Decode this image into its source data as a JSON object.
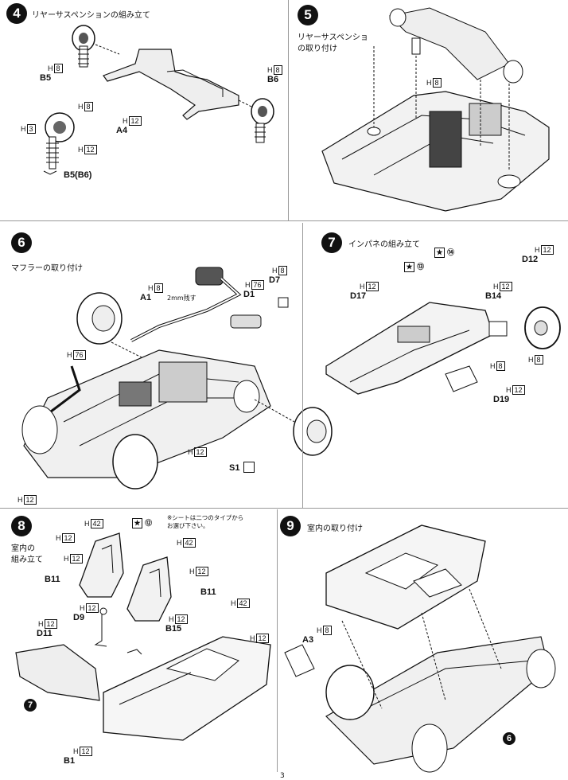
{
  "steps": {
    "s4": {
      "num": "4",
      "title": "リヤーサスペンションの組み立て"
    },
    "s5": {
      "num": "5",
      "title_line1": "リヤーサスペンショ",
      "title_line2": "の取り付け"
    },
    "s6": {
      "num": "6",
      "title": "マフラーの取り付け"
    },
    "s7": {
      "num": "7",
      "title": "インパネの組み立て"
    },
    "s8": {
      "num": "8",
      "title_line1": "室内の",
      "title_line2": "組み立て"
    },
    "s9": {
      "num": "9",
      "title": "室内の取り付け"
    }
  },
  "labels": {
    "B5": "B5",
    "B6": "B6",
    "A4": "A4",
    "B5B6": "B5(B6)",
    "A1": "A1",
    "D1": "D1",
    "D7": "D7",
    "S1": "S1",
    "mm2": "2mm残す",
    "D17": "D17",
    "B14": "B14",
    "D12": "D12",
    "D19": "D19",
    "B11a": "B11",
    "B11b": "B11",
    "D9": "D9",
    "D11": "D11",
    "B15": "B15",
    "B1": "B1",
    "A3": "A3",
    "ref7": "7",
    "ref6": "6",
    "star12": "⑫",
    "star13": "⑬",
    "star14": "⑭"
  },
  "hcodes": {
    "H": "H",
    "h3": "3",
    "h8": "8",
    "h12": "12",
    "h42": "42",
    "h76": "76"
  },
  "note_seat": {
    "line1": "※シートは二つのタイプから",
    "line2": "お選び下さい。"
  },
  "page_number": "3",
  "star_symbol": "★"
}
